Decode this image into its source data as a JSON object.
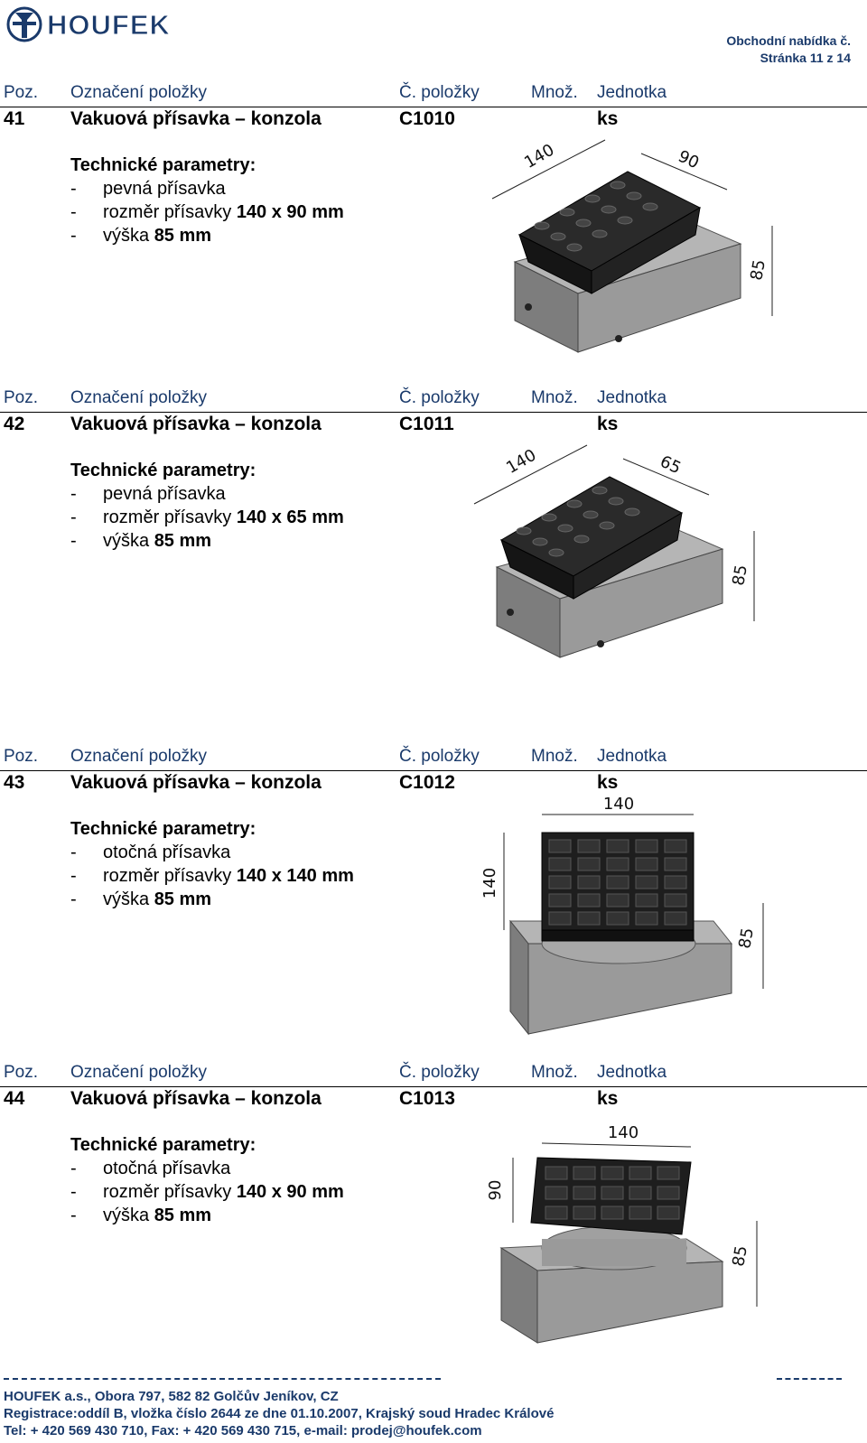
{
  "header": {
    "brand": "HOUFEK",
    "offer_label": "Obchodní nabídka č.",
    "page_label": "Stránka 11 z 14"
  },
  "columns": {
    "pos": "Poz.",
    "name": "Označení položky",
    "code": "Č. položky",
    "qty": "Množ.",
    "unit": "Jednotka"
  },
  "items": [
    {
      "pos": "41",
      "name": "Vakuová přísavka – konzola",
      "code": "C1010",
      "unit": "ks",
      "params_title": "Technické parametry:",
      "params": [
        {
          "d": "-",
          "t": "pevná přísavka",
          "b": ""
        },
        {
          "d": "-",
          "t": "rozměr přísavky ",
          "b": "140 x 90 mm"
        },
        {
          "d": "-",
          "t": "výška ",
          "b": "85 mm"
        }
      ],
      "dims": [
        "140",
        "90",
        "85"
      ]
    },
    {
      "pos": "42",
      "name": "Vakuová přísavka – konzola",
      "code": "C1011",
      "unit": "ks",
      "params_title": "Technické parametry:",
      "params": [
        {
          "d": "-",
          "t": "pevná přísavka",
          "b": ""
        },
        {
          "d": "-",
          "t": "rozměr přísavky ",
          "b": "140 x 65 mm"
        },
        {
          "d": "-",
          "t": "výška ",
          "b": "85 mm"
        }
      ],
      "dims": [
        "140",
        "65",
        "85"
      ]
    },
    {
      "pos": "43",
      "name": "Vakuová přísavka – konzola",
      "code": "C1012",
      "unit": "ks",
      "params_title": "Technické parametry:",
      "params": [
        {
          "d": "-",
          "t": "otočná přísavka",
          "b": ""
        },
        {
          "d": "-",
          "t": "rozměr přísavky ",
          "b": "140 x 140 mm"
        },
        {
          "d": "-",
          "t": "výška ",
          "b": "85 mm"
        }
      ],
      "dims": [
        "140",
        "140",
        "85"
      ]
    },
    {
      "pos": "44",
      "name": "Vakuová přísavka – konzola",
      "code": "C1013",
      "unit": "ks",
      "params_title": "Technické parametry:",
      "params": [
        {
          "d": "-",
          "t": "otočná přísavka",
          "b": ""
        },
        {
          "d": "-",
          "t": "rozměr přísavky ",
          "b": "140 x 90 mm"
        },
        {
          "d": "-",
          "t": "výška ",
          "b": "85 mm"
        }
      ],
      "dims": [
        "140",
        "90",
        "85"
      ]
    }
  ],
  "footer": {
    "line1": "HOUFEK a.s., Obora 797, 582 82  Golčův Jeníkov, CZ",
    "line2": "Registrace:oddíl B, vložka číslo 2644 ze dne 01.10.2007, Krajský soud Hradec Králové",
    "line3": "Tel: + 420 569 430 710, Fax: + 420 569 430 715, e-mail: prodej@houfek.com"
  },
  "colors": {
    "brand_blue": "#1a3a6b",
    "block_black": "#1b1b1b",
    "base_gray": "#8f8f8f"
  }
}
